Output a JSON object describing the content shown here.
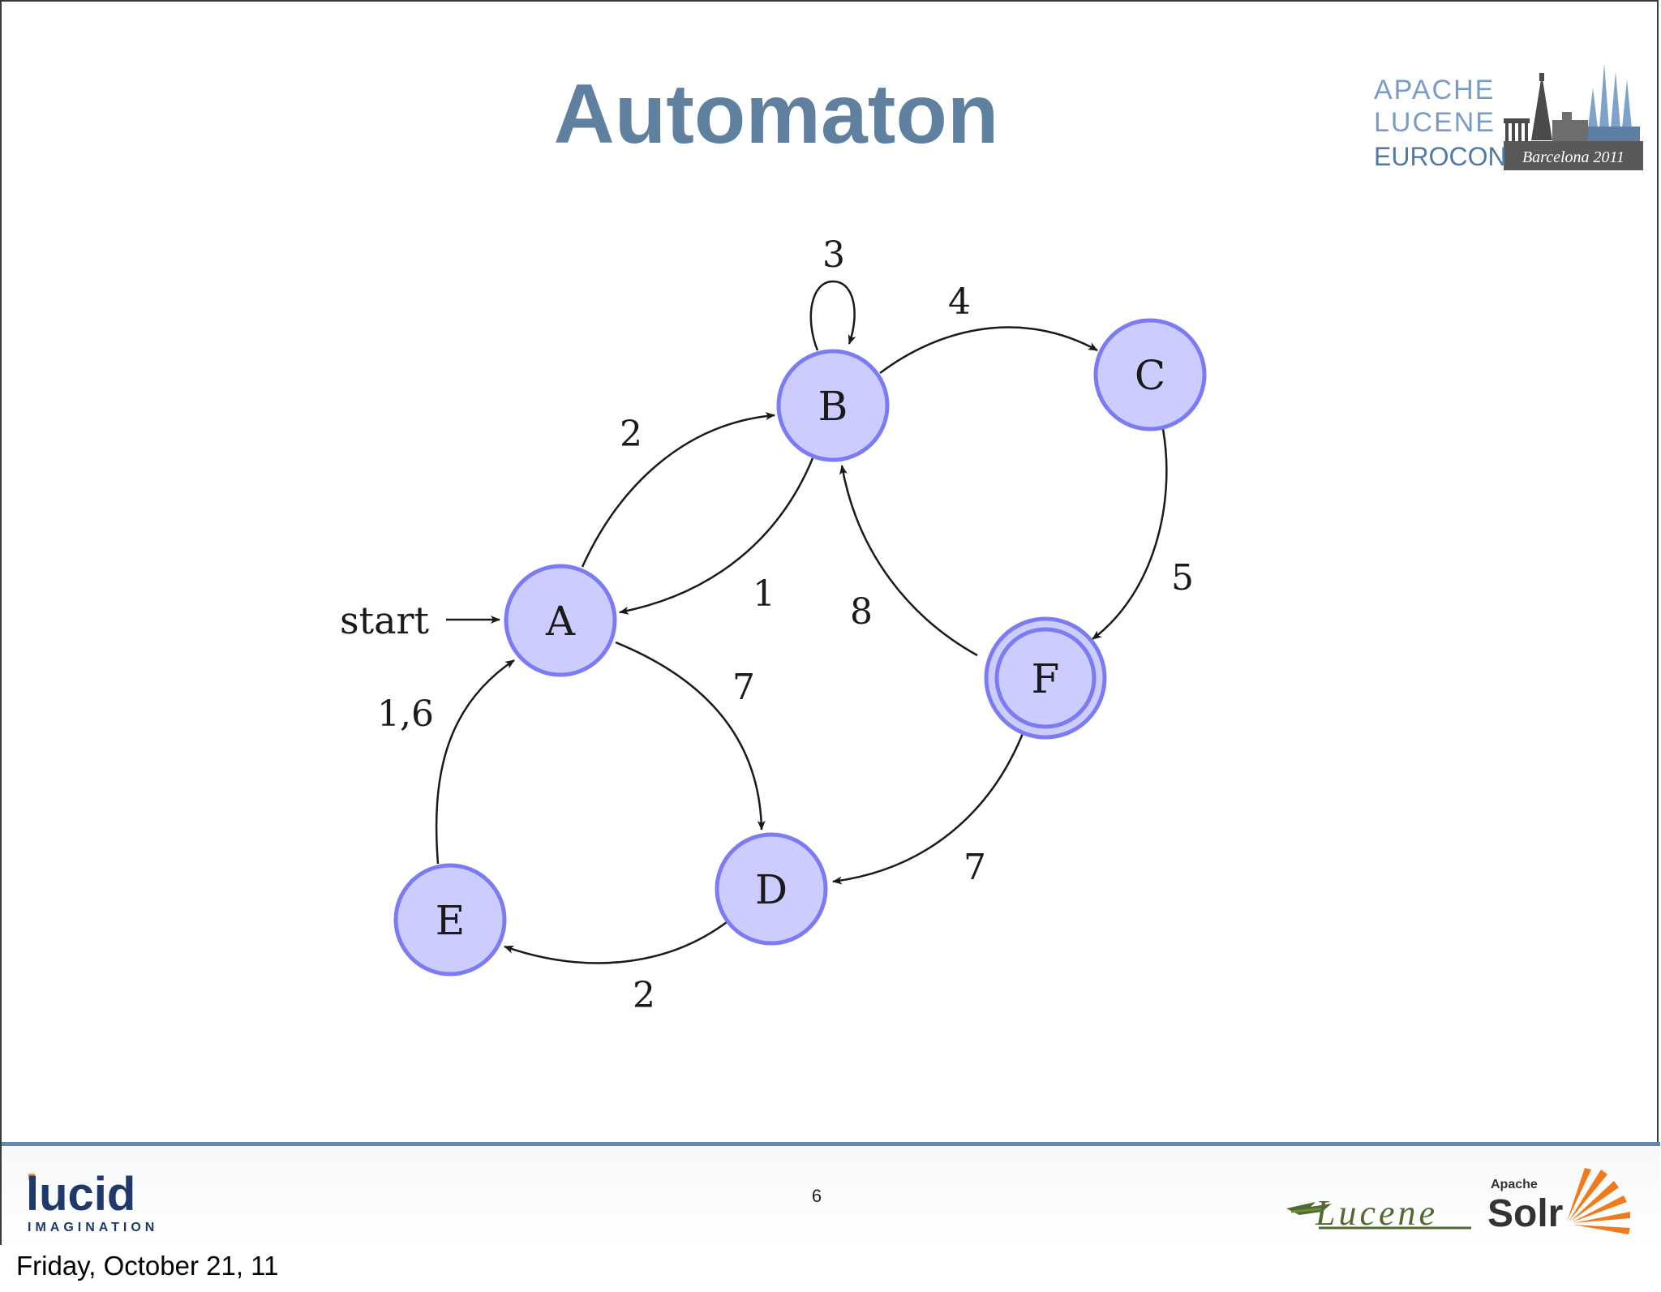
{
  "slide": {
    "title": "Automaton",
    "page_number": "6",
    "date": "Friday, October 21, 11"
  },
  "conference_logo": {
    "line1": "APACHE",
    "line2": "LUCENE",
    "line3": "EUROCON",
    "banner": "Barcelona 2011"
  },
  "footer": {
    "lucid_name": "lucid",
    "lucid_sub": "IMAGINATION",
    "lucene_name": "Lucene",
    "apache_label": "Apache",
    "solr_name": "Solr"
  },
  "automaton": {
    "start_label": "start",
    "states": [
      {
        "id": "A",
        "label": "A",
        "accepting": false
      },
      {
        "id": "B",
        "label": "B",
        "accepting": false
      },
      {
        "id": "C",
        "label": "C",
        "accepting": false
      },
      {
        "id": "D",
        "label": "D",
        "accepting": false
      },
      {
        "id": "E",
        "label": "E",
        "accepting": false
      },
      {
        "id": "F",
        "label": "F",
        "accepting": true
      }
    ],
    "transitions": [
      {
        "from": "A",
        "to": "B",
        "label": "2"
      },
      {
        "from": "B",
        "to": "A",
        "label": "1"
      },
      {
        "from": "B",
        "to": "B",
        "label": "3"
      },
      {
        "from": "B",
        "to": "C",
        "label": "4"
      },
      {
        "from": "C",
        "to": "F",
        "label": "5"
      },
      {
        "from": "F",
        "to": "B",
        "label": "8"
      },
      {
        "from": "A",
        "to": "D",
        "label": "7"
      },
      {
        "from": "F",
        "to": "D",
        "label": "7"
      },
      {
        "from": "D",
        "to": "E",
        "label": "2"
      },
      {
        "from": "E",
        "to": "A",
        "label": "1,6"
      }
    ],
    "colors": {
      "state_fill": "#ccccff",
      "state_stroke": "#7b7bf3",
      "edge": "#1a1a1a"
    }
  }
}
